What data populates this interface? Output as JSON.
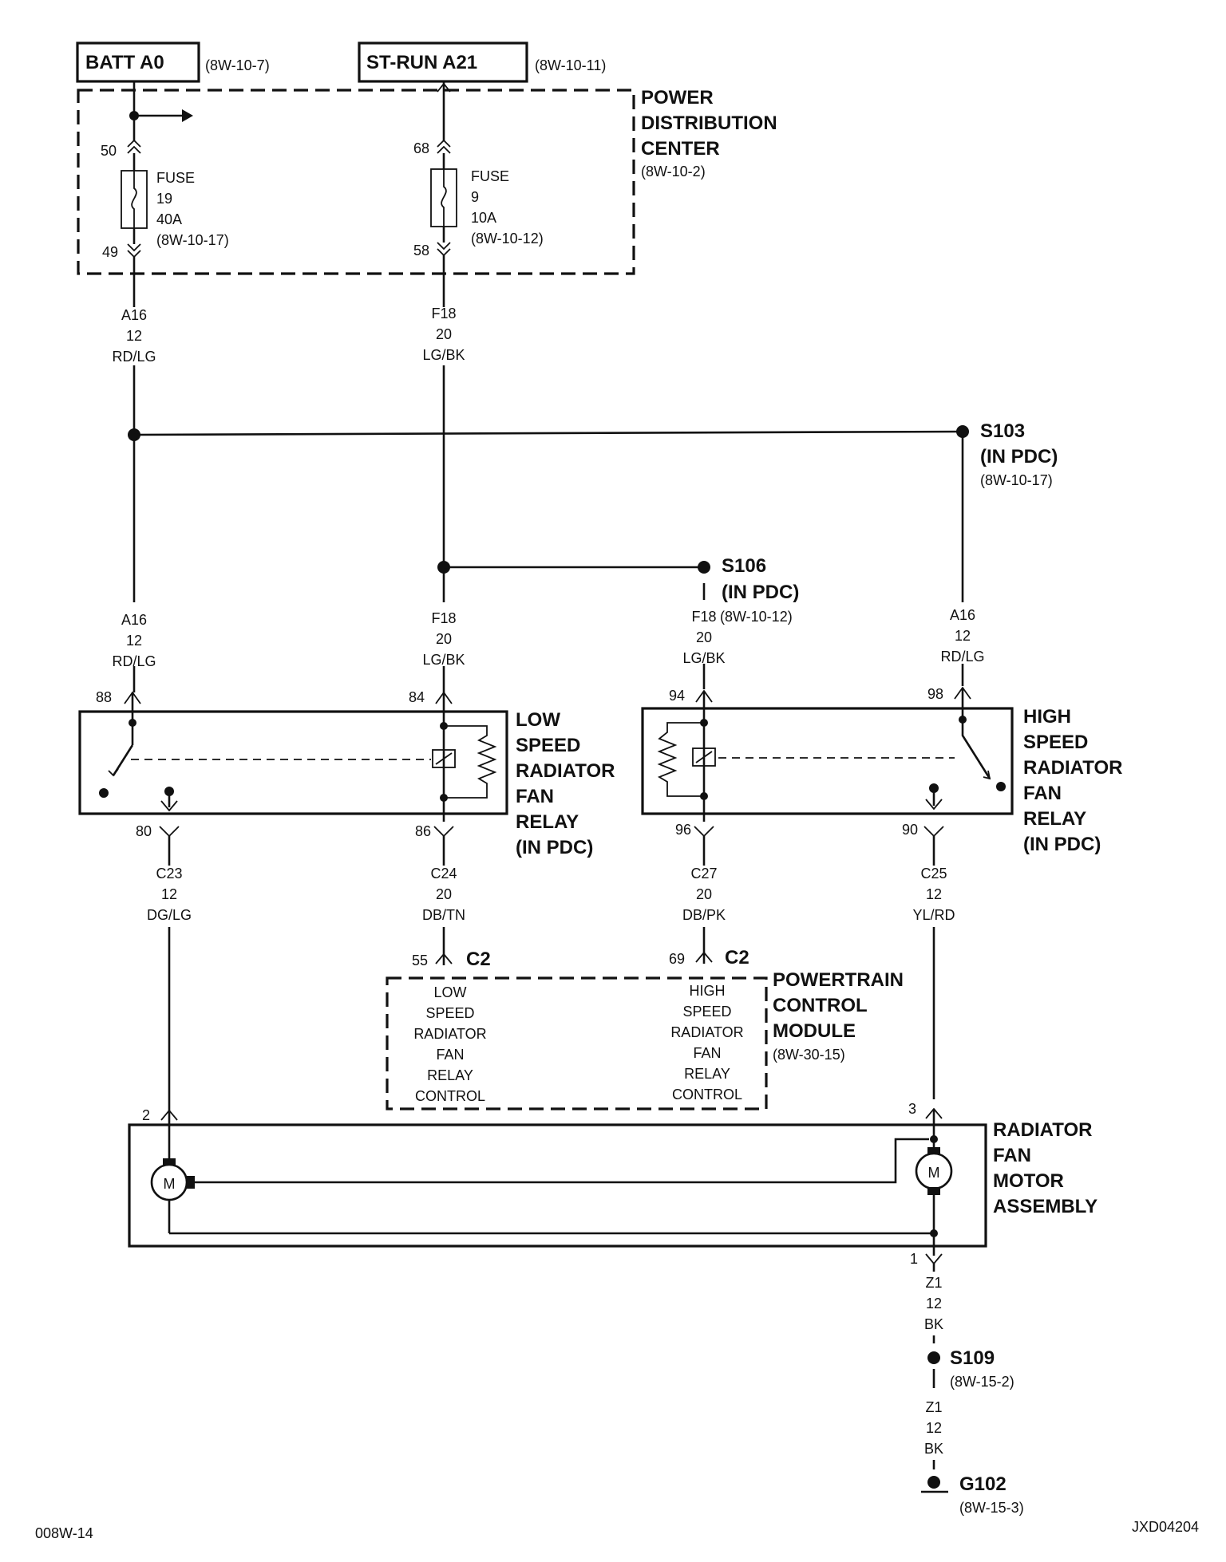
{
  "sources": {
    "batt": {
      "label": "BATT A0",
      "ref": "(8W-10-7)"
    },
    "strun": {
      "label": "ST-RUN A21",
      "ref": "(8W-10-11)"
    }
  },
  "pdc": {
    "title": [
      "POWER",
      "DISTRIBUTION",
      "CENTER"
    ],
    "ref": "(8W-10-2)",
    "fuse19": {
      "lines": [
        "FUSE",
        "19",
        "40A",
        "(8W-10-17)"
      ],
      "pin_in": "50",
      "pin_out": "49"
    },
    "fuse9": {
      "lines": [
        "FUSE",
        "9",
        "10A",
        "(8W-10-12)"
      ],
      "pin_in": "68",
      "pin_out": "58"
    }
  },
  "wires": {
    "a16_top": [
      "A16",
      "12",
      "RD/LG"
    ],
    "f18_top": [
      "F18",
      "20",
      "LG/BK"
    ],
    "a16_left": [
      "A16",
      "12",
      "RD/LG"
    ],
    "f18_mid": [
      "F18",
      "20",
      "LG/BK"
    ],
    "f18_right": [
      "F18",
      "20",
      "LG/BK"
    ],
    "f18_right_ref": "(8W-10-12)",
    "a16_right": [
      "A16",
      "12",
      "RD/LG"
    ],
    "c23": [
      "C23",
      "12",
      "DG/LG"
    ],
    "c24": [
      "C24",
      "20",
      "DB/TN"
    ],
    "c27": [
      "C27",
      "20",
      "DB/PK"
    ],
    "c25": [
      "C25",
      "12",
      "YL/RD"
    ],
    "z1_a": [
      "Z1",
      "12",
      "BK"
    ],
    "z1_b": [
      "Z1",
      "12",
      "BK"
    ]
  },
  "splices": {
    "s103": {
      "name": "S103",
      "sub": "(IN PDC)",
      "ref": "(8W-10-17)"
    },
    "s106": {
      "name": "S106",
      "sub": "(IN PDC)"
    },
    "s109": {
      "name": "S109",
      "ref": "(8W-15-2)"
    }
  },
  "low_relay": {
    "title": [
      "LOW",
      "SPEED",
      "RADIATOR",
      "FAN",
      "RELAY",
      "(IN PDC)"
    ],
    "pins": {
      "p88": "88",
      "p84": "84",
      "p80": "80",
      "p86": "86"
    }
  },
  "high_relay": {
    "title": [
      "HIGH",
      "SPEED",
      "RADIATOR",
      "FAN",
      "RELAY",
      "(IN PDC)"
    ],
    "pins": {
      "p94": "94",
      "p98": "98",
      "p96": "96",
      "p90": "90"
    }
  },
  "pcm": {
    "title": [
      "POWERTRAIN",
      "CONTROL",
      "MODULE"
    ],
    "ref": "(8W-30-15)",
    "conn_left": {
      "pin": "55",
      "conn": "C2"
    },
    "conn_right": {
      "pin": "69",
      "conn": "C2"
    },
    "low_ctrl": [
      "LOW",
      "SPEED",
      "RADIATOR",
      "FAN",
      "RELAY",
      "CONTROL"
    ],
    "high_ctrl": [
      "HIGH",
      "SPEED",
      "RADIATOR",
      "FAN",
      "RELAY",
      "CONTROL"
    ]
  },
  "motor": {
    "title": [
      "RADIATOR",
      "FAN",
      "MOTOR",
      "ASSEMBLY"
    ],
    "pin2": "2",
    "pin3": "3",
    "pin1": "1",
    "m_left": "M",
    "m_right": "M"
  },
  "ground": {
    "name": "G102",
    "ref": "(8W-15-3)"
  },
  "footer": {
    "left": "008W-14",
    "right": "JXD04204"
  }
}
